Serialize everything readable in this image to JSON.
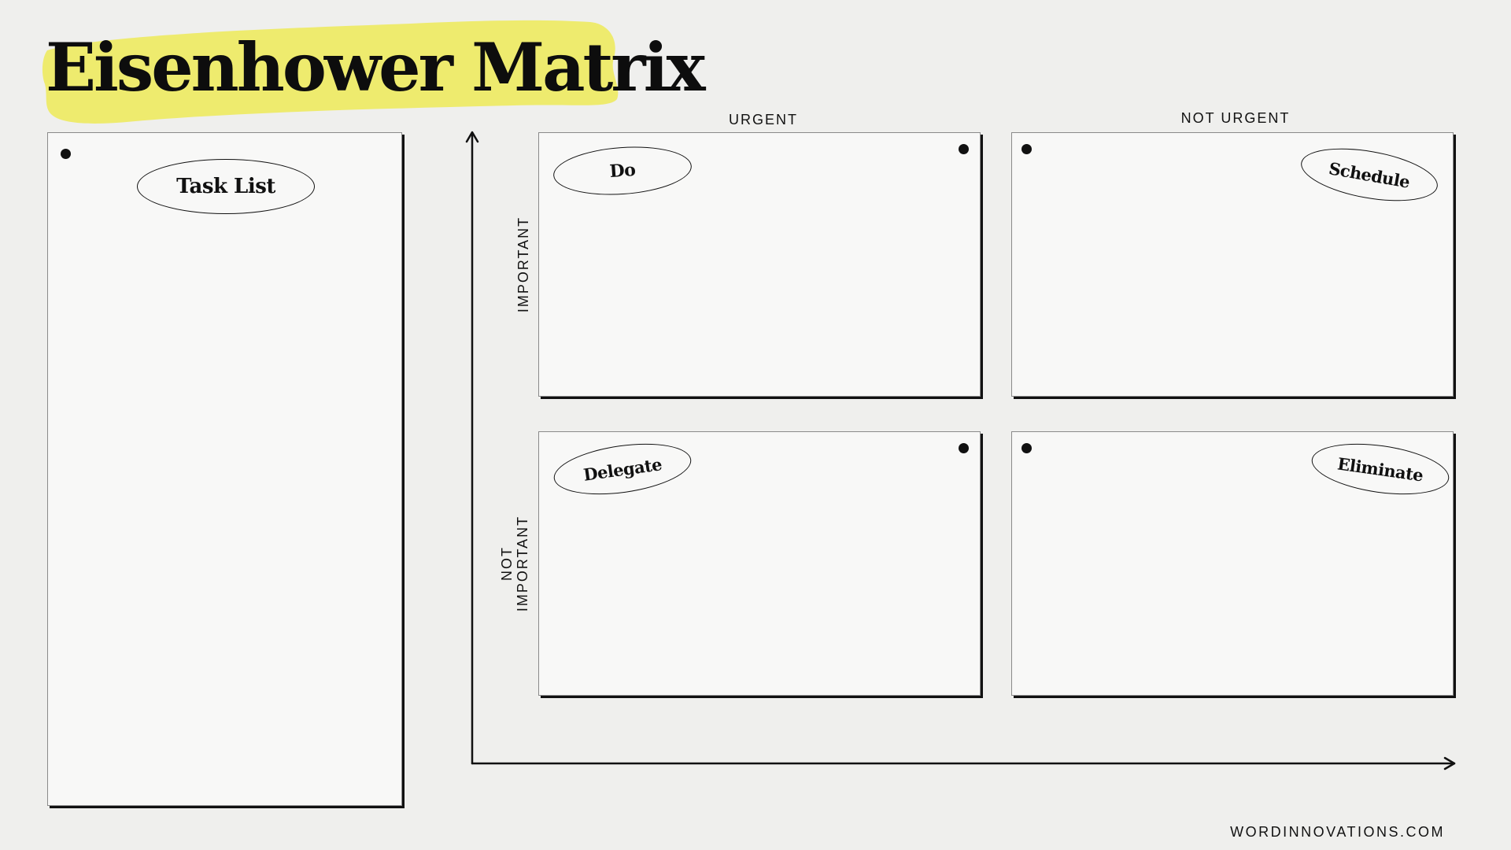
{
  "header": {
    "title": "Eisenhower Matrix",
    "highlight_color": "#eeeb6e"
  },
  "task_list": {
    "label": "Task List"
  },
  "axes": {
    "column_labels": [
      "URGENT",
      "NOT URGENT"
    ],
    "row_labels": [
      "IMPORTANT",
      "NOT IMPORTANT"
    ]
  },
  "quadrants": [
    {
      "label": "Do"
    },
    {
      "label": "Schedule"
    },
    {
      "label": "Delegate"
    },
    {
      "label": "Eliminate"
    }
  ],
  "footer": {
    "url": "WORDINNOVATIONS.COM"
  },
  "colors": {
    "background": "#efefed",
    "card": "#f8f8f7",
    "ink": "#111111"
  }
}
